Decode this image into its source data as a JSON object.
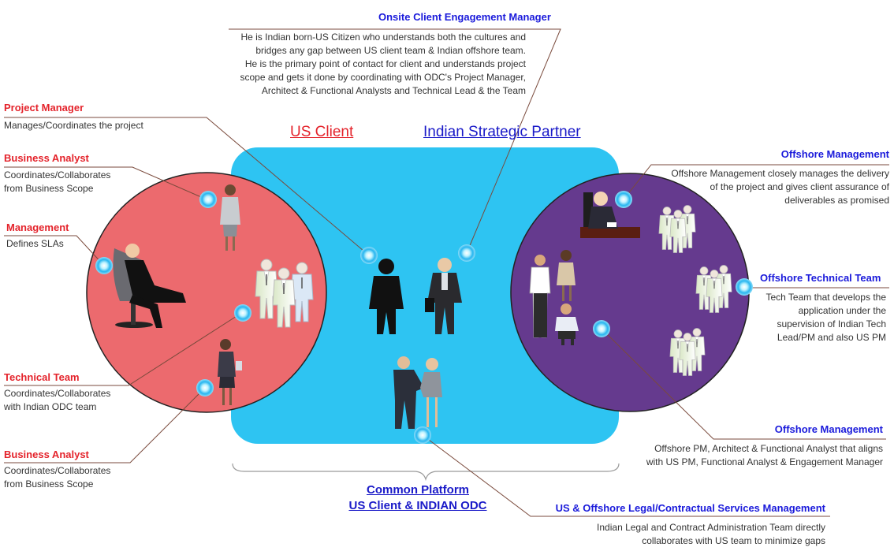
{
  "headers": {
    "us_client": "US Client",
    "indian_partner": "Indian Strategic Partner"
  },
  "platform": {
    "line1": "Common Platform",
    "line2": "US Client & INDIAN ODC"
  },
  "callouts": {
    "onsite_manager": {
      "title": "Onsite Client Engagement Manager",
      "lines": [
        "He is Indian born-US Citizen who understands both the cultures and",
        "bridges any gap between US client team & Indian offshore team.",
        "He is the primary point of contact for client and understands project",
        "scope and gets it done by coordinating with ODC's Project Manager,",
        "Architect & Functional Analysts and Technical Lead & the Team"
      ]
    },
    "project_manager": {
      "title": "Project Manager",
      "lines": [
        "Manages/Coordinates the project"
      ]
    },
    "business_analyst_top": {
      "title": "Business Analyst",
      "lines": [
        "Coordinates/Collaborates",
        "from Business Scope"
      ]
    },
    "management": {
      "title": "Management",
      "lines": [
        "Defines SLAs"
      ]
    },
    "technical_team": {
      "title": "Technical Team",
      "lines": [
        "Coordinates/Collaborates",
        "with Indian ODC team"
      ]
    },
    "business_analyst_bottom": {
      "title": "Business Analyst",
      "lines": [
        "Coordinates/Collaborates",
        "from Business Scope"
      ]
    },
    "offshore_management_top": {
      "title": "Offshore Management",
      "lines": [
        "Offshore Management closely manages the delivery",
        "of the project and gives client assurance of",
        "deliverables as promised"
      ]
    },
    "offshore_technical_team": {
      "title": "Offshore Technical Team",
      "lines": [
        "Tech Team that develops the",
        "application under the",
        "supervision of Indian Tech",
        "Lead/PM and also US PM"
      ]
    },
    "offshore_management_bottom": {
      "title": "Offshore Management",
      "lines": [
        "Offshore PM, Architect & Functional Analyst that aligns",
        "with US PM, Functional Analyst & Engagement Manager"
      ]
    },
    "legal_services": {
      "title": "US & Offshore Legal/Contractual Services Management",
      "lines": [
        "Indian Legal and Contract Administration Team directly",
        "collaborates with US team to minimize gaps"
      ]
    }
  },
  "colors": {
    "us_circle": "#ec6a6e",
    "india_circle": "#653a8e",
    "platform": "#2ec4f2",
    "title_red": "#e4232b",
    "title_blue": "#1a1adb",
    "leader_line": "#7a4a3c"
  }
}
